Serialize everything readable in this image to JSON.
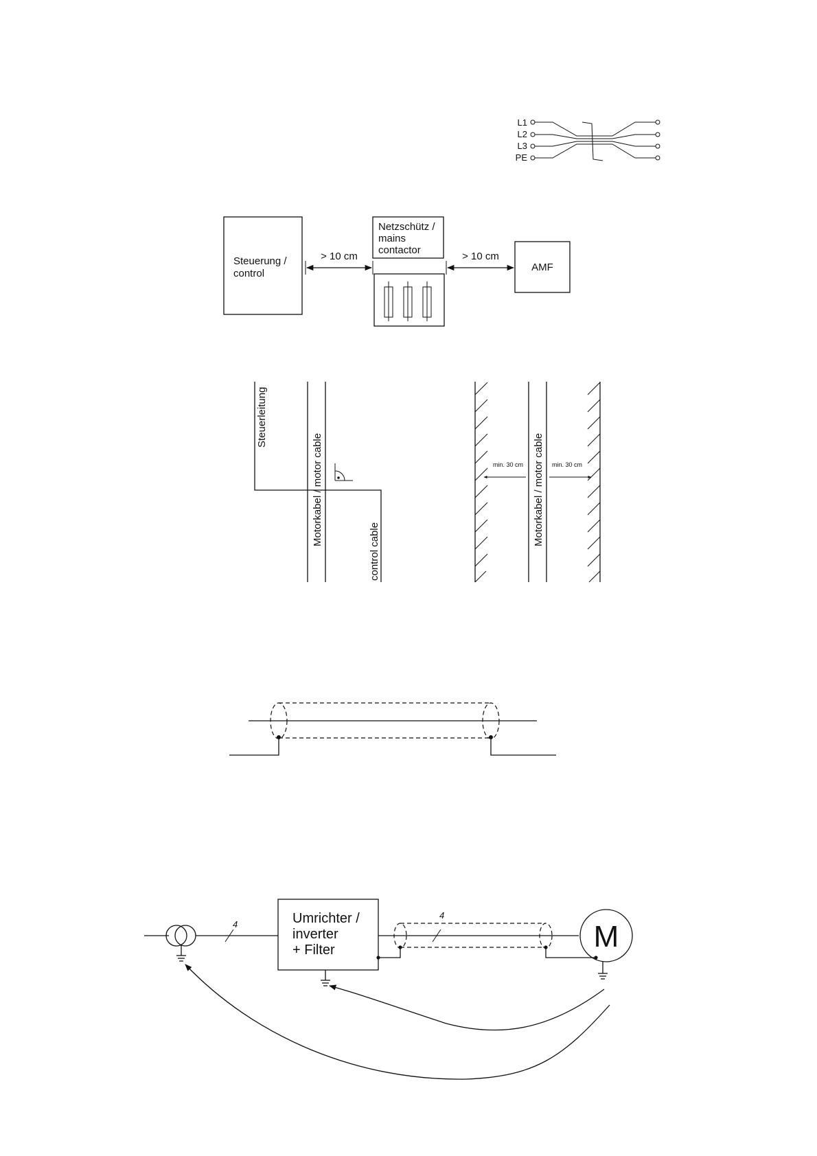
{
  "twisted_pair": {
    "conductors": [
      "L1",
      "L2",
      "L3",
      "PE"
    ]
  },
  "separation": {
    "control_box": {
      "line1": "Steuerung /",
      "line2": "control"
    },
    "mains_contactor": {
      "line1": "Netzschütz /",
      "line2": "mains",
      "line3": "contactor"
    },
    "amf_box": "AMF",
    "distance_left": "> 10 cm",
    "distance_right": "> 10 cm"
  },
  "crossing": {
    "control_line_de": "Steuerleitung",
    "control_line_en": "control cable",
    "motor_cable": "Motorkabel / motor cable"
  },
  "spacing": {
    "motor_cable": "Motorkabel / motor cable",
    "min_left": "min. 30 cm",
    "min_right": "min. 30 cm"
  },
  "system": {
    "inverter": {
      "line1": "Umrichter /",
      "line2": "inverter",
      "line3": "+ Filter"
    },
    "motor": "M",
    "conductor_count_mains": "4",
    "conductor_count_motor": "4"
  }
}
